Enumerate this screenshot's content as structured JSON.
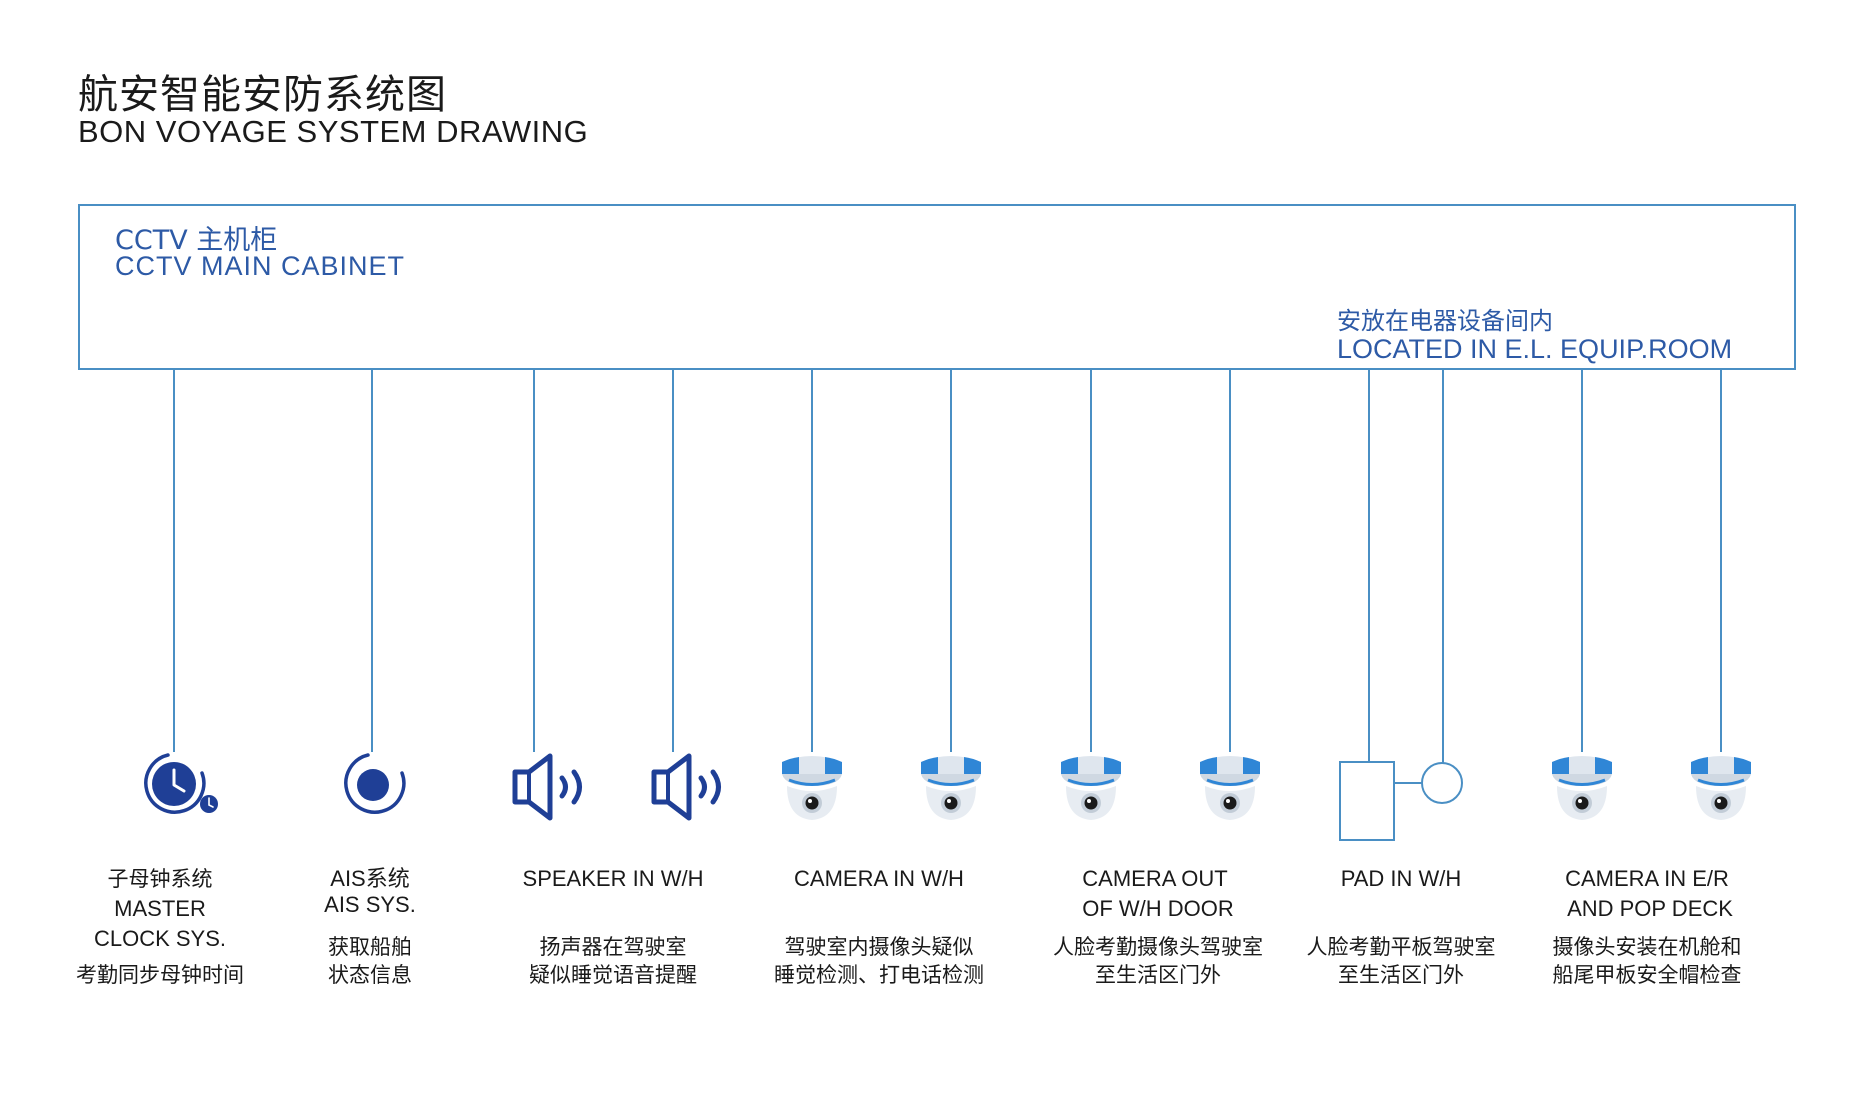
{
  "title": {
    "zh": "航安智能安防系统图",
    "en": "BON VOYAGE SYSTEM DRAWING"
  },
  "cabinet": {
    "name_zh": "CCTV  主机柜",
    "name_en": "CCTV  MAIN  CABINET",
    "location_zh": "安放在电器设备间内",
    "location_en": "LOCATED IN E.L. EQUIP.ROOM"
  },
  "devices": {
    "clock": {
      "line1": "子母钟系统",
      "line2": "MASTER",
      "line3": "CLOCK SYS.",
      "desc1": "考勤同步母钟时间",
      "icon": "clock-icon"
    },
    "ais": {
      "line1": "AIS系统",
      "line2": "AIS SYS.",
      "desc1": "获取船舶",
      "desc2": "状态信息",
      "icon": "ais-icon"
    },
    "speaker": {
      "line1": "SPEAKER IN W/H",
      "desc1": "扬声器在驾驶室",
      "desc2": "疑似睡觉语音提醒",
      "icon": "speaker-icon"
    },
    "camera_wh": {
      "line1": "CAMERA IN W/H",
      "desc1": "驾驶室内摄像头疑似",
      "desc2": "睡觉检测、打电话检测",
      "icon": "dome-camera-icon"
    },
    "camera_out": {
      "line1": "CAMERA OUT",
      "line2": "OF W/H DOOR",
      "desc1": "人脸考勤摄像头驾驶室",
      "desc2": "至生活区门外",
      "icon": "dome-camera-icon"
    },
    "pad": {
      "line1": "PAD IN W/H",
      "desc1": "人脸考勤平板驾驶室",
      "desc2": "至生活区门外",
      "icon": "tablet-icon"
    },
    "camera_er": {
      "line1": "CAMERA IN E/R",
      "line2": "AND POP DECK",
      "desc1": "摄像头安装在机舱和",
      "desc2": "船尾甲板安全帽检查",
      "icon": "dome-camera-icon"
    }
  },
  "colors": {
    "line": "#4a8fc4",
    "text_blue": "#2d5aa6",
    "icon_navy": "#1f3f96",
    "camera_blue": "#2f86d6"
  }
}
